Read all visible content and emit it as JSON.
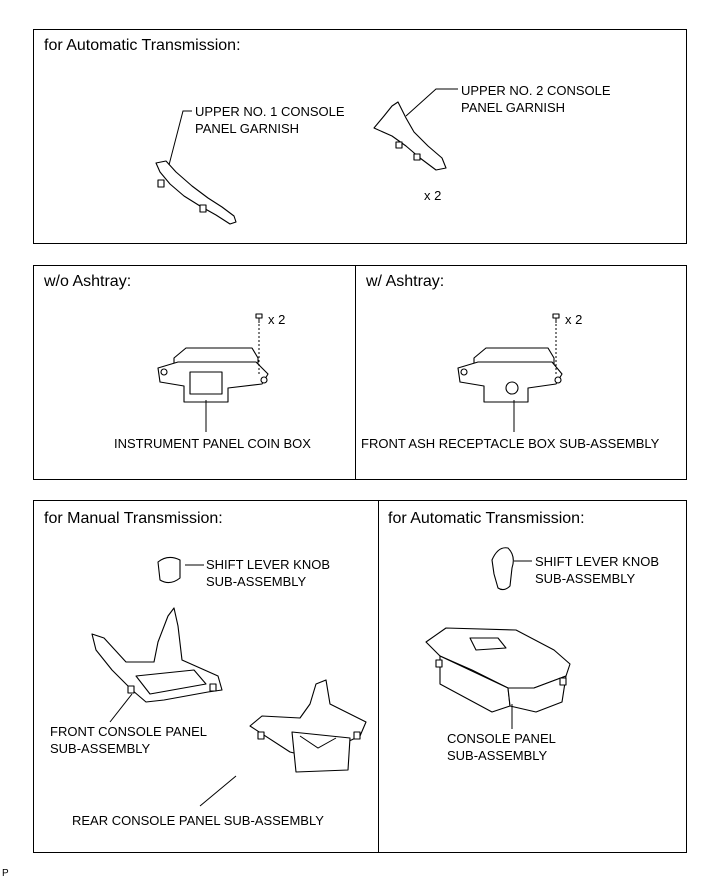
{
  "panel1": {
    "title": "for Automatic Transmission:",
    "label_garnish1": [
      "UPPER NO. 1 CONSOLE",
      "PANEL GARNISH"
    ],
    "label_garnish2": [
      "UPPER NO. 2 CONSOLE",
      "PANEL GARNISH"
    ],
    "qty": "x 2"
  },
  "panel2": {
    "title": "w/o Ashtray:",
    "qty": "x 2",
    "label": "INSTRUMENT PANEL COIN BOX"
  },
  "panel3": {
    "title": "w/ Ashtray:",
    "qty": "x 2",
    "label": "FRONT ASH RECEPTACLE BOX SUB-ASSEMBLY"
  },
  "panel4": {
    "title": "for Manual Transmission:",
    "label_knob": [
      "SHIFT LEVER KNOB",
      "SUB-ASSEMBLY"
    ],
    "label_front": [
      "FRONT CONSOLE PANEL",
      "SUB-ASSEMBLY"
    ],
    "label_rear": "REAR CONSOLE PANEL SUB-ASSEMBLY"
  },
  "panel5": {
    "title": "for Automatic Transmission:",
    "label_knob": [
      "SHIFT LEVER KNOB",
      "SUB-ASSEMBLY"
    ],
    "label_console": [
      "CONSOLE PANEL",
      "SUB-ASSEMBLY"
    ]
  },
  "footer": "P"
}
